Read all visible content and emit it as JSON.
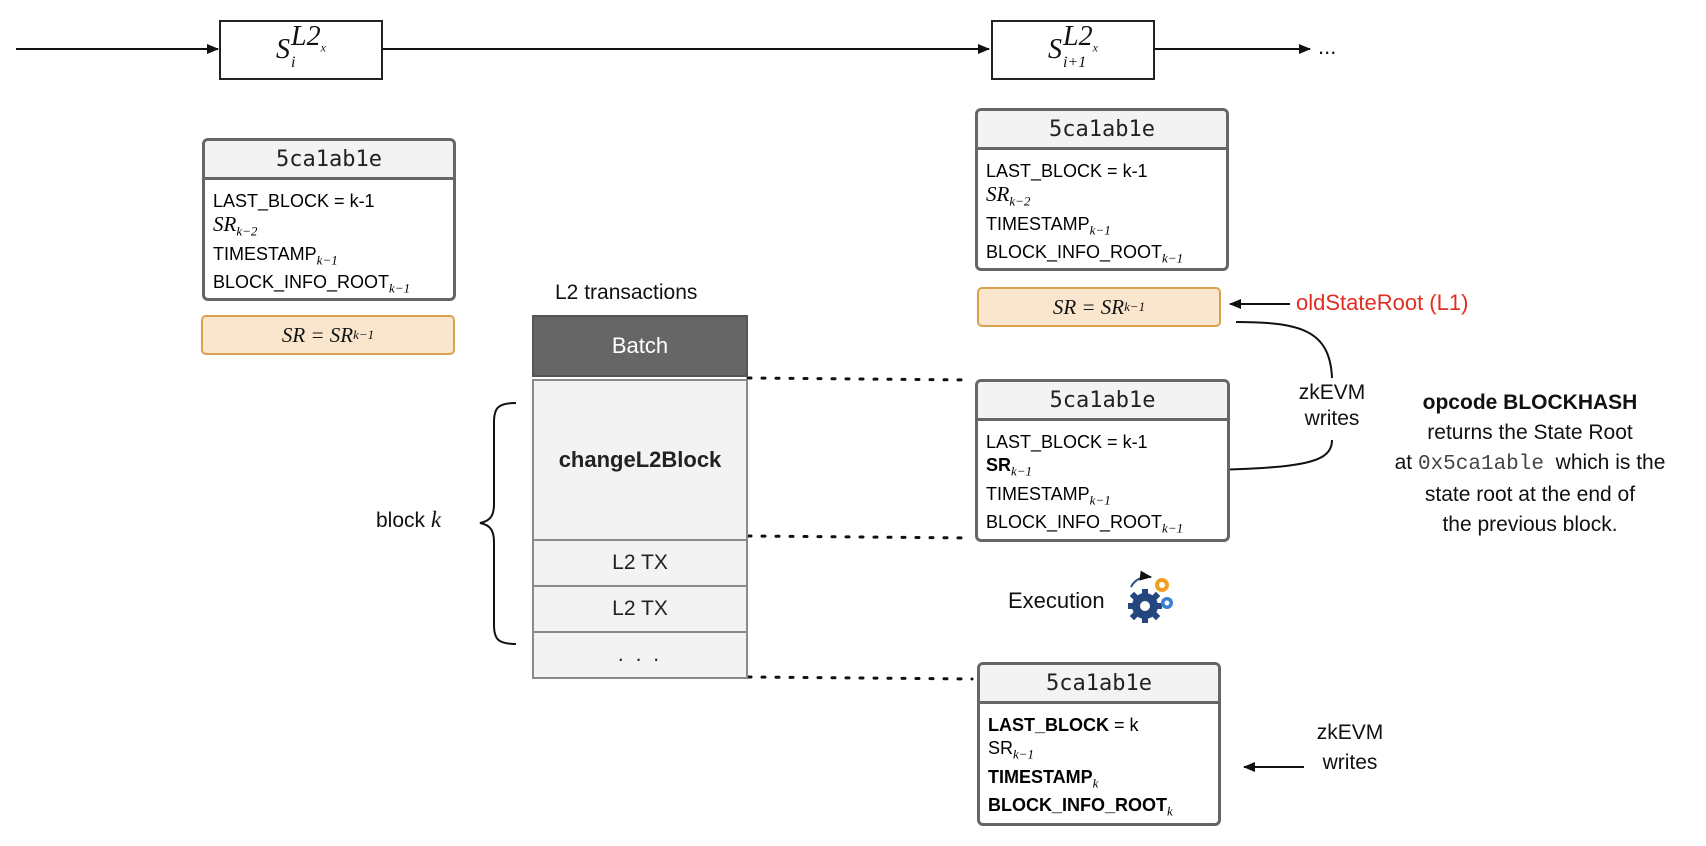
{
  "states": {
    "s_i": {
      "base": "S",
      "sup": "L2",
      "sup_sub": "x",
      "sub": "i"
    },
    "s_i1": {
      "base": "S",
      "sup": "L2",
      "sup_sub": "x",
      "sub": "i+1"
    },
    "ellipsis": "..."
  },
  "storage_header": "5ca1ab1e",
  "storage_top_left": {
    "last_block": "LAST_BLOCK = k-1",
    "sr_base": "SR",
    "sr_sub": "k−2",
    "ts_base": "TIMESTAMP",
    "ts_sub": "k−1",
    "bir_base": "BLOCK_INFO_ROOT",
    "bir_sub": "k−1"
  },
  "storage_top_right": {
    "last_block": "LAST_BLOCK = k-1",
    "sr_base": "SR",
    "sr_sub": "k−2",
    "ts_base": "TIMESTAMP",
    "ts_sub": "k−1",
    "bir_base": "BLOCK_INFO_ROOT",
    "bir_sub": "k−1"
  },
  "storage_mid": {
    "last_block": "LAST_BLOCK = k-1",
    "sr_base": "SR",
    "sr_sub": "k−1",
    "ts_base": "TIMESTAMP",
    "ts_sub": "k−1",
    "bir_base": "BLOCK_INFO_ROOT",
    "bir_sub": "k−1"
  },
  "storage_bottom": {
    "last_block_key": "LAST_BLOCK",
    "last_block_val": " = k",
    "sr_base": "SR",
    "sr_sub": "k−1",
    "ts_base": "TIMESTAMP",
    "ts_sub": "k",
    "bir_base": "BLOCK_INFO_ROOT",
    "bir_sub": "k"
  },
  "sr_assign": {
    "lhs": "SR = SR",
    "sub": "k−1"
  },
  "l2_transactions": "L2 transactions",
  "batch": {
    "batch_label": "Batch",
    "change_label": "changeL2Block",
    "tx1": "L2 TX",
    "tx2": "L2 TX",
    "dots": ". . ."
  },
  "block_label": {
    "text": "block ",
    "var": "k"
  },
  "old_state_root": "oldStateRoot (L1)",
  "zkevm_writes_1": {
    "line1": "zkEVM",
    "line2": "writes"
  },
  "zkevm_writes_2": {
    "line1": "zkEVM",
    "line2": "writes"
  },
  "execution": "Execution",
  "opcode_note": {
    "title": "opcode BLOCKHASH",
    "line2": "returns the State Root",
    "line3_pre": "at ",
    "line3_code": "0x5ca1able",
    "line3_post": "  which is the",
    "line4": "state root at the end of",
    "line5": "the previous block."
  },
  "colors": {
    "accent_red": "#e22e22",
    "sr_fill": "#fae6cc",
    "sr_border": "#d8a252",
    "batch_fill": "#666666",
    "storage_border": "#666666"
  }
}
